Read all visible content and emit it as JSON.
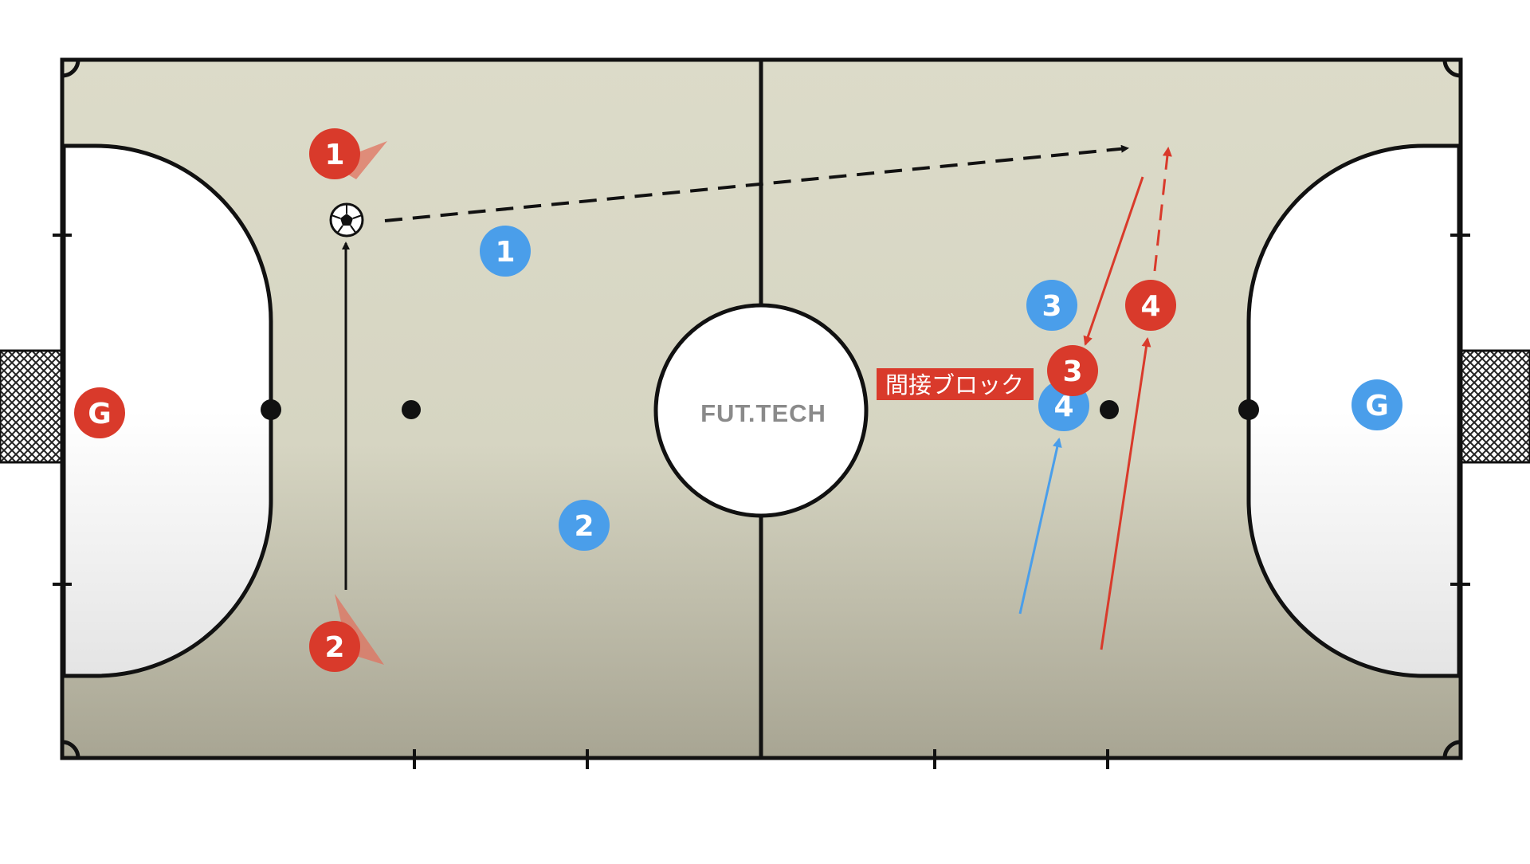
{
  "brand": {
    "logo": "FUT.TECH"
  },
  "annotation": {
    "label": "間接ブロック"
  },
  "goalkeepers": {
    "red": "G",
    "blue": "G"
  },
  "red_players": [
    "1",
    "2",
    "3",
    "4"
  ],
  "blue_players": [
    "1",
    "2",
    "3",
    "4"
  ],
  "colors": {
    "court": "#d9d8c6",
    "court_shadow": "#a9a695",
    "line": "#111111",
    "red_team": "#d93a2b",
    "blue_team": "#4a9eea",
    "label_bg": "#d93a2b",
    "pass_arrow": "#111111"
  },
  "icons": [
    "soccer-ball-icon",
    "goal-net-icon"
  ]
}
